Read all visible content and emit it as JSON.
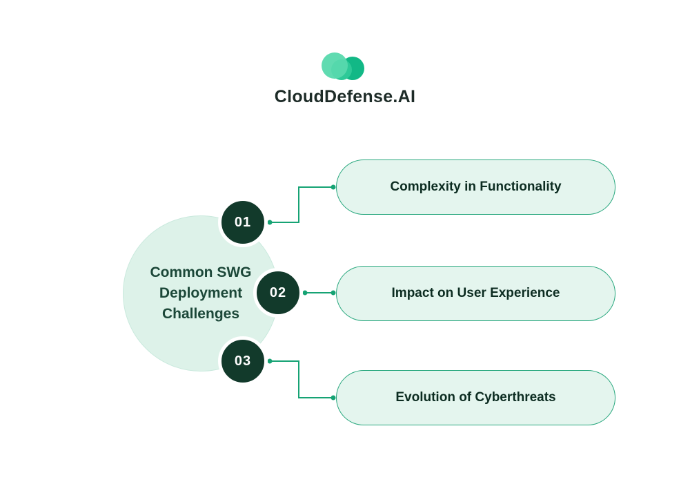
{
  "brand": {
    "name": "CloudDefense.AI"
  },
  "diagram": {
    "center_title": "Common SWG Deployment Challenges",
    "items": [
      {
        "number": "01",
        "label": "Complexity in Functionality"
      },
      {
        "number": "02",
        "label": "Impact on User Experience"
      },
      {
        "number": "03",
        "label": "Evolution of Cyberthreats"
      }
    ]
  },
  "colors": {
    "accent_green": "#16a374",
    "dark_badge_green": "#123a2b",
    "light_mint_fill": "#e4f5ee",
    "pill_border_green": "#27a77d",
    "center_title_green": "#1b4738",
    "logo_green_light": "#57d9ad",
    "logo_green_dark": "#12b886"
  }
}
